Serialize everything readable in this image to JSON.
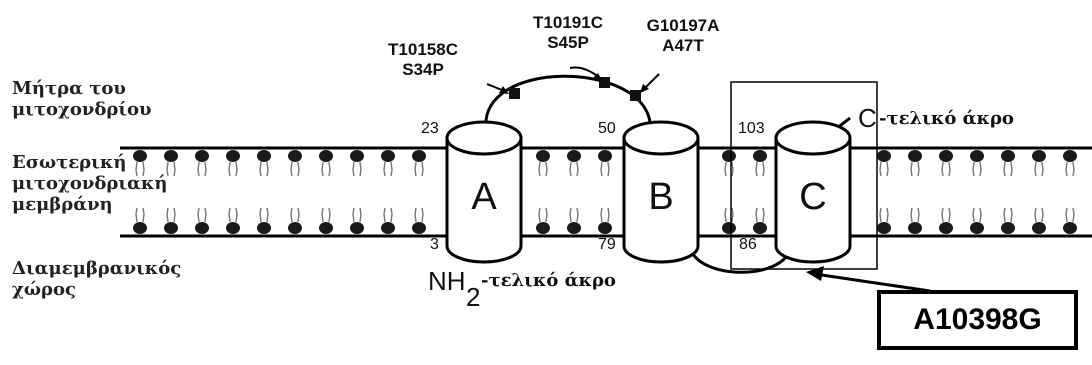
{
  "side_labels": {
    "matrix": "Μήτρα του\nμιτοχονδρίου",
    "inner_membrane": "Εσωτερική\nμιτοχονδριακή\nμεμβράνη",
    "intermembrane": "Διαμεμβρανικός\nχώρος"
  },
  "mutations": {
    "left": "T10158C\nS34P",
    "middle": "T10191C\nS45P",
    "right": "G10197A\nA47T"
  },
  "helices": {
    "a": "A",
    "b": "B",
    "c": "C"
  },
  "residue_numbers": {
    "n23": "23",
    "n3": "3",
    "n50": "50",
    "n79": "79",
    "n103": "103",
    "n86": "86"
  },
  "termini": {
    "c_letter": "C",
    "c_text": "-τελικό άκρο",
    "nh_main": "NH",
    "nh_sub": "2",
    "nh_text": "-τελικό άκρο"
  },
  "highlight_label": "A10398G",
  "colors": {
    "line": "#000000",
    "head": "#1a1a1a",
    "tail": "#777777",
    "helix_fill": "#ffffff"
  }
}
